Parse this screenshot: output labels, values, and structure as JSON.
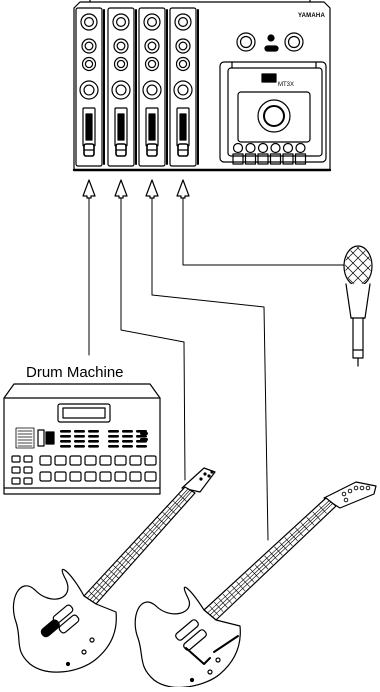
{
  "labels": {
    "brand": "YAMAHA",
    "model": "MT3X",
    "drum_machine": "Drum Machine"
  },
  "colors": {
    "ink": "#000000",
    "paper": "#ffffff",
    "shade": "#d8d8d8"
  },
  "icons": {
    "mixer": "multitrack-recorder-icon",
    "microphone": "microphone-icon",
    "drum_machine": "drum-machine-icon",
    "guitar": "electric-guitar-icon",
    "input_arrow": "up-arrow-icon"
  }
}
